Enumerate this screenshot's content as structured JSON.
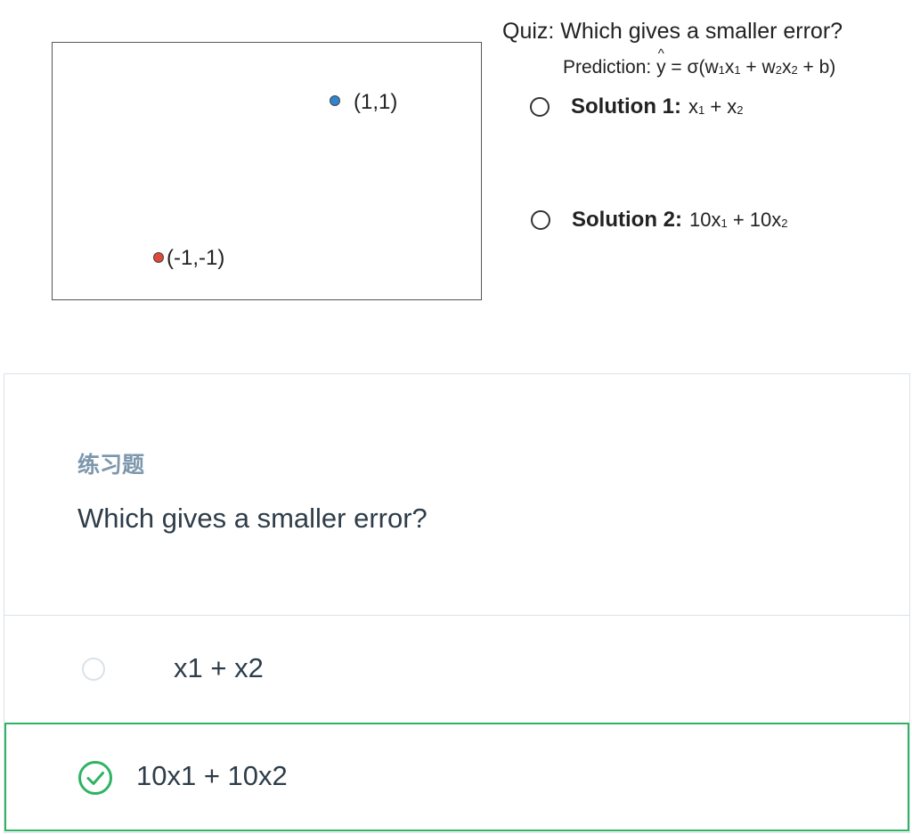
{
  "slide": {
    "points": [
      {
        "label": "(1,1)",
        "color": "#2e86d0"
      },
      {
        "label": "(-1,-1)",
        "color": "#e0483a"
      }
    ],
    "quiz_title": "Quiz: Which gives a smaller error?",
    "prediction": {
      "prefix": "Prediction: ",
      "y": "y",
      "hat": "^",
      "formula_start": " = σ(w",
      "s1": "1",
      "x1": "x",
      "s2": "1",
      "plus1": " + w",
      "s3": "2",
      "x2": "x",
      "s4": "2",
      "tail": " + b)"
    },
    "solutions": [
      {
        "label": "Solution 1:",
        "f1": "x",
        "s1": "1",
        "mid": " + x",
        "s2": "2"
      },
      {
        "label": "Solution 2:",
        "f1": "10x",
        "s1": "1",
        "mid": " + 10x",
        "s2": "2"
      }
    ]
  },
  "card": {
    "exercise_label": "练习题",
    "question": "Which gives a smaller error?",
    "options": [
      {
        "text": "x1 + x2",
        "selected": false
      },
      {
        "text": "10x1 + 10x2",
        "selected": true,
        "correct": true
      }
    ],
    "accent_color": "#2fb362"
  }
}
